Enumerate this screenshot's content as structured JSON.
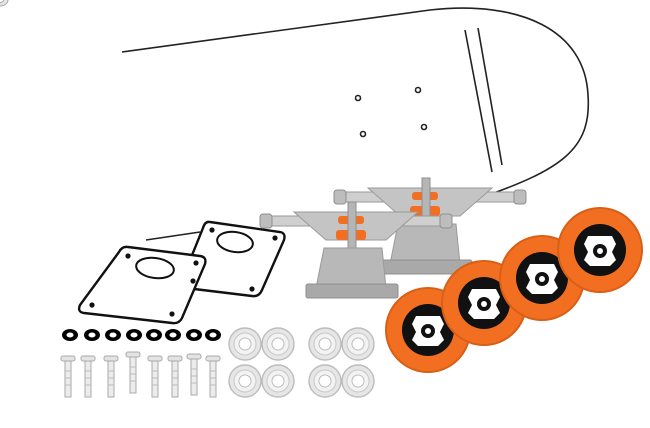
{
  "image": {
    "subject": "skateboard-parts-kit",
    "colors": {
      "wheel": "#f26f21",
      "wheel_shadow": "#d85f16",
      "core": "#111111",
      "truck_metal": "#c4c4c4",
      "truck_dark": "#a9a9a9",
      "bushing": "#f26f21",
      "hardware": "#e3e3e3",
      "bearing": "#e6e6e6",
      "outline": "#222222"
    },
    "components": {
      "deck": "deck-outline",
      "riser_pads": 2,
      "trucks": 2,
      "wheels": 4,
      "nuts": 8,
      "bolts": 8,
      "bearings": 8
    }
  }
}
